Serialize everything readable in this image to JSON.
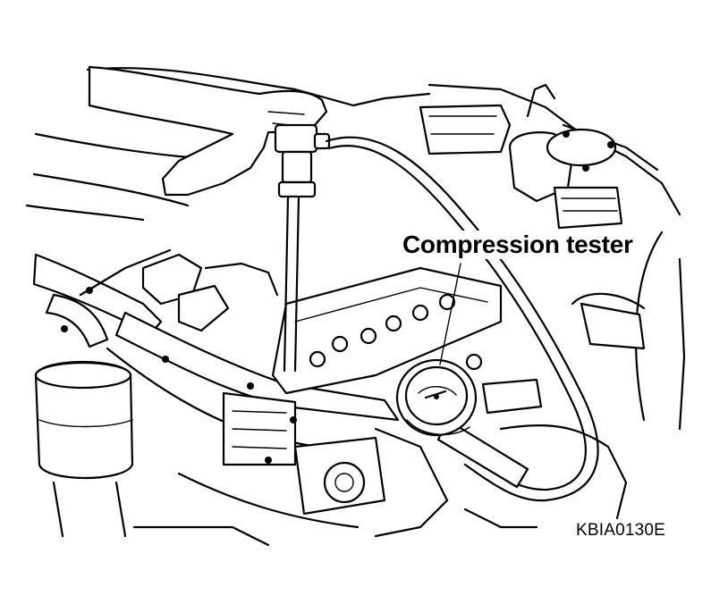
{
  "figure": {
    "callout_label": "Compression tester",
    "figure_code": "KBIA0130E"
  },
  "icons": [
    "engine-bay-illustration",
    "compression-gauge-icon",
    "hand-icon",
    "hose-icon"
  ]
}
